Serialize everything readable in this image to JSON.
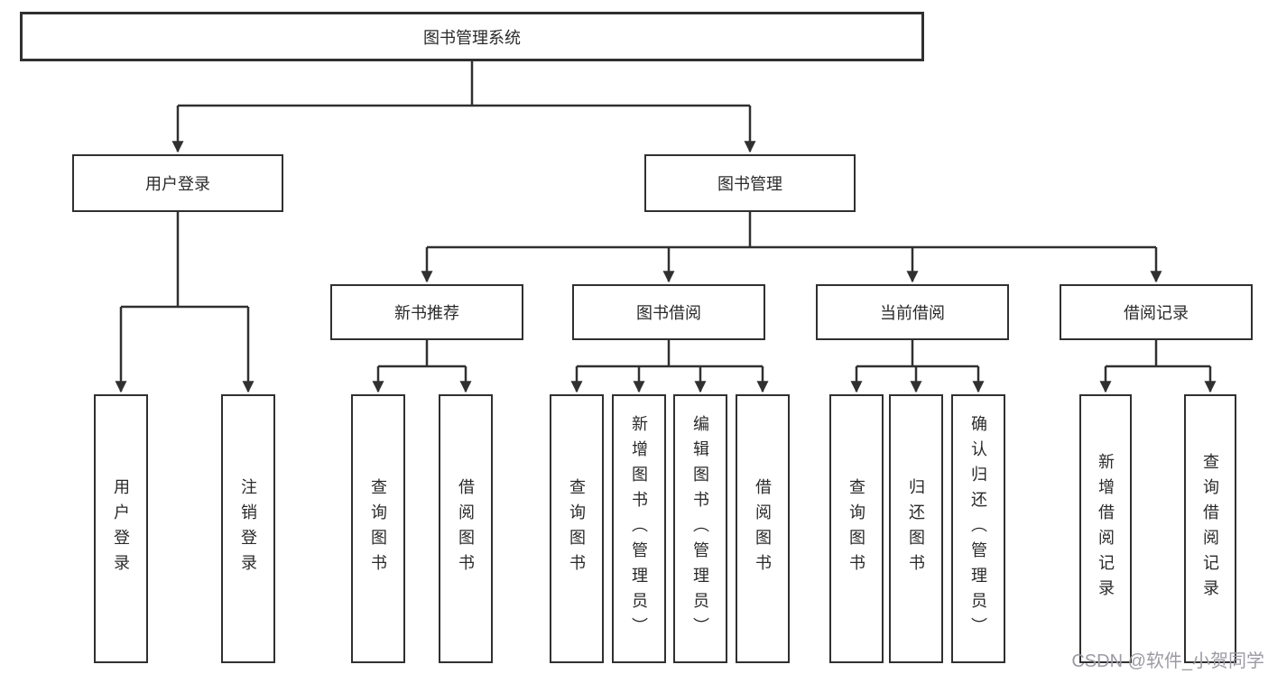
{
  "diagram": {
    "title_node": {
      "label": "图书管理系统"
    },
    "level2": [
      {
        "label": "用户登录"
      },
      {
        "label": "图书管理"
      }
    ],
    "level3": [
      {
        "label": "新书推荐"
      },
      {
        "label": "图书借阅"
      },
      {
        "label": "当前借阅"
      },
      {
        "label": "借阅记录"
      }
    ],
    "leaves": {
      "user_login": [
        "用户登录",
        "注销登录"
      ],
      "new_books": [
        "查询图书",
        "借阅图书"
      ],
      "book_borrow": [
        "查询图书",
        "新增图书（管理员）",
        "编辑图书（管理员）",
        "借阅图书"
      ],
      "current_borrow": [
        "查询图书",
        "归还图书",
        "确认归还（管理员）"
      ],
      "borrow_records": [
        "新增借阅记录",
        "查询借阅记录"
      ]
    }
  },
  "watermark": {
    "text": "CSDN @软件_小贺同学"
  },
  "colors": {
    "line": "#303030",
    "box_border": "#303030",
    "text": "#2a2a2a",
    "watermark": "#9b9ba3",
    "background": "#ffffff"
  }
}
